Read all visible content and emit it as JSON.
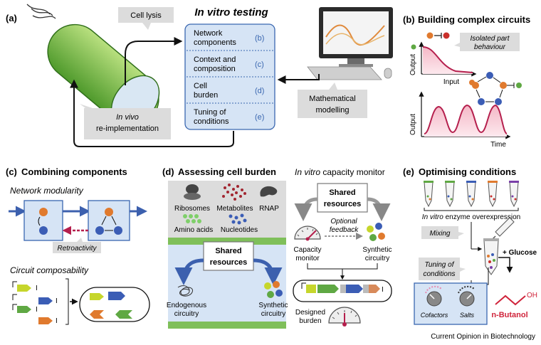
{
  "panel_a": {
    "label": "(a)",
    "title": "In vitro testing",
    "cell_lysis": "Cell lysis",
    "in_vivo_1": "In vivo",
    "in_vivo_2": "re-implementation",
    "math_1": "Mathematical",
    "math_2": "modelling",
    "list": [
      {
        "line1": "Network",
        "line2": "components",
        "ref": "(b)"
      },
      {
        "line1": "Context and",
        "line2": "composition",
        "ref": "(c)"
      },
      {
        "line1": "Cell",
        "line2": "burden",
        "ref": "(d)"
      },
      {
        "line1": "Tuning of",
        "line2": "conditions",
        "ref": "(e)"
      }
    ]
  },
  "panel_b": {
    "label": "(b)",
    "title": "Building complex circuits",
    "isolated_1": "Isolated part",
    "isolated_2": "behaviour",
    "output": "Output",
    "input": "Input",
    "output2": "Output",
    "time": "Time"
  },
  "panel_c": {
    "label": "(c)",
    "title": "Combining components",
    "modularity": "Network modularity",
    "retroactivity": "Retroactivity",
    "composability": "Circuit composability"
  },
  "panel_d": {
    "label": "(d)",
    "title": "Assessing cell burden",
    "ribosomes": "Ribosomes",
    "metabolites": "Metabolites",
    "rnap": "RNAP",
    "amino_acids": "Amino acids",
    "nucleotides": "Nucleotides",
    "shared_1": "Shared",
    "shared_2": "resources",
    "endo_1": "Endogenous",
    "endo_2": "circuitry",
    "synth_1": "Synthetic",
    "synth_2": "circuitry",
    "monitor_title_em": "In vitro",
    "monitor_title_rest": " capacity monitor",
    "m_shared_1": "Shared",
    "m_shared_2": "resources",
    "optional_1": "Optional",
    "optional_2": "feedback",
    "capacity_1": "Capacity",
    "capacity_2": "monitor",
    "m_synth_1": "Synthetic",
    "m_synth_2": "circuitry",
    "designed_1": "Designed",
    "designed_2": "burden"
  },
  "panel_e": {
    "label": "(e)",
    "title": "Optimising conditions",
    "overexp_em": "In vitro",
    "overexp_rest": " enzyme overexpression",
    "mixing": "Mixing",
    "tuning_1": "Tuning of",
    "tuning_2": "conditions",
    "glucose": "+ Glucose",
    "cofactors": "Cofactors",
    "salts": "Salts",
    "butanol": "n-Butanol",
    "oh": "OH"
  },
  "footer": "Current Opinion in Biotechnology",
  "colors": {
    "blue_box": "#d6e4f5",
    "blue_border": "#3a67b0",
    "arrow_blue": "#3c60ae",
    "orange": "#dc7a2e",
    "green_part": "#5fa843",
    "red_curve": "#b51f4d",
    "grey_bubble": "#dcdcdc",
    "butanol_red": "#d0243b"
  }
}
